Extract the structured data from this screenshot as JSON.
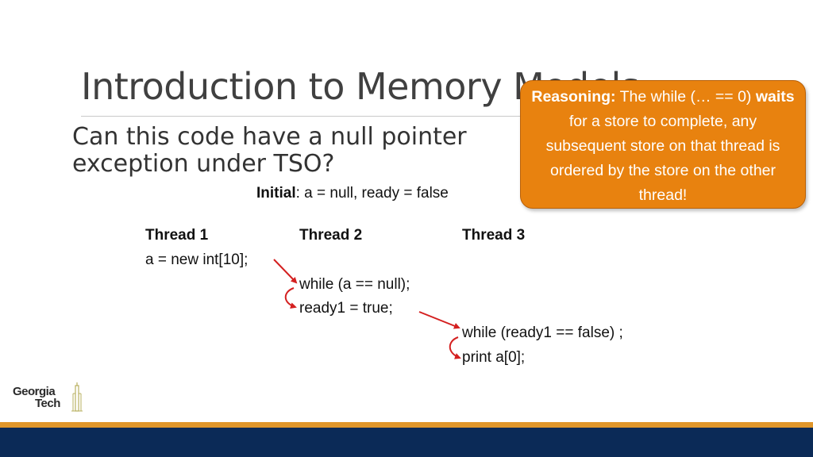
{
  "slide": {
    "title": "Introduction to Memory Models",
    "question": "Can this code have a null pointer exception under TSO?",
    "initial": {
      "label": "Initial",
      "text": ": a = null, ready = false"
    }
  },
  "threads": {
    "t1": {
      "header": "Thread 1",
      "lines": [
        "a = new int[10];"
      ]
    },
    "t2": {
      "header": "Thread 2",
      "lines": [
        "while (a == null);",
        "ready1 = true;"
      ]
    },
    "t3": {
      "header": "Thread 3",
      "lines": [
        "while (ready1 == false) ;",
        "print a[0];"
      ]
    }
  },
  "callout": {
    "label": "Reasoning:",
    "text1": " The while (… == 0) ",
    "emph": "waits",
    "text2": " for a store to complete, any subsequent store on that thread is ordered by the store on the other thread!"
  },
  "logo": {
    "line1": "Georgia",
    "line2": "Tech"
  },
  "colors": {
    "accent": "#e8820f",
    "arrow": "#d42020",
    "footer_gold": "#e0962a",
    "footer_navy": "#0b2a57"
  }
}
